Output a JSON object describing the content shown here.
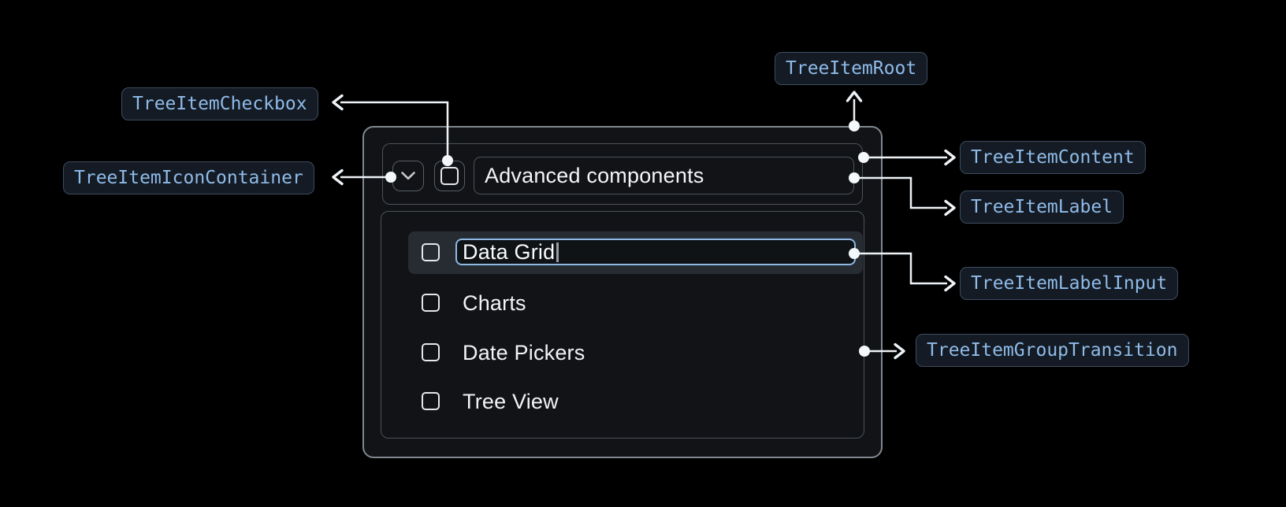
{
  "annotations": {
    "root": "TreeItemRoot",
    "content": "TreeItemContent",
    "label": "TreeItemLabel",
    "label_input": "TreeItemLabelInput",
    "group_transition": "TreeItemGroupTransition",
    "checkbox": "TreeItemCheckbox",
    "icon_container": "TreeItemIconContainer"
  },
  "tree": {
    "parent": {
      "label": "Advanced components",
      "expanded": true,
      "checked": false
    },
    "editing_item": {
      "value": "Data Grid",
      "selected": true,
      "checked": false
    },
    "items": [
      {
        "label": "Charts",
        "checked": false
      },
      {
        "label": "Date Pickers",
        "checked": false
      },
      {
        "label": "Tree View",
        "checked": false
      }
    ]
  },
  "colors": {
    "annotation_text": "#8FBBE8",
    "annotation_border": "#3D4D60",
    "annotation_bg": "#141B24",
    "connector": "#EEF3F8",
    "outer_border": "#81888F",
    "inner_border": "#4C5359",
    "input_focus_border": "#8FB8E3",
    "selected_row_bg": "#272C33"
  }
}
